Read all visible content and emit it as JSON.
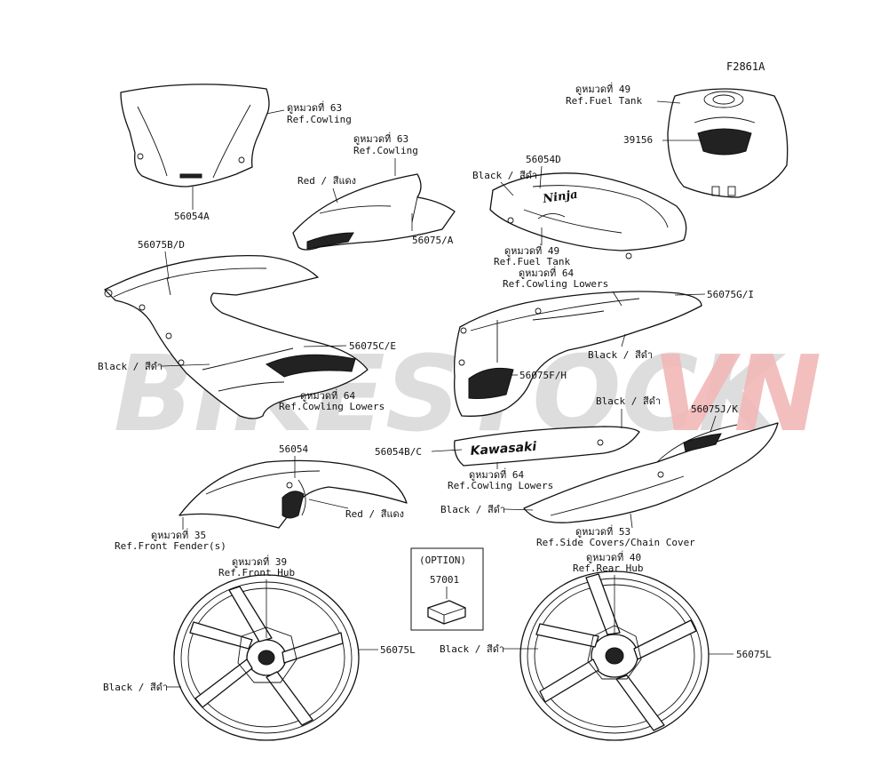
{
  "figure_code": "F2861A",
  "watermark": {
    "part1": "BIKESTOCK",
    "part2": "VN",
    "color1": "#d8d8d8",
    "color2": "#f2b8b8"
  },
  "colors": {
    "line": "#111111",
    "background": "#ffffff"
  },
  "labels": {
    "ref_cowling_a_th": "ดูหมวดที่ 63",
    "ref_cowling_a_en": "Ref.Cowling",
    "windshield_part": "56054A",
    "ref_cowling_b_th": "ดูหมวดที่ 63",
    "ref_cowling_b_en": "Ref.Cowling",
    "red_a": "Red / สีแดง",
    "upper_cowl_part": "56075/A",
    "ref_fuel_tank_a_th": "ดูหมวดที่ 49",
    "ref_fuel_tank_a_en": "Ref.Fuel Tank",
    "tank_cover_part": "39156",
    "black_a": "Black / สีดำ",
    "tank_decal_part": "56054D",
    "ref_fuel_tank_b_th": "ดูหมวดที่ 49",
    "ref_fuel_tank_b_en": "Ref.Fuel Tank",
    "side_upper_part": "56075B/D",
    "ref_cowling_lowers_a_th": "ดูหมวดที่ 64",
    "ref_cowling_lowers_a_en": "Ref.Cowling Lowers",
    "side_right_part": "56075G/I",
    "side_left_part": "56075C/E",
    "black_b": "Black / สีดำ",
    "black_c": "Black / สีดำ",
    "ref_cowling_lowers_b_th": "ดูหมวดที่ 64",
    "ref_cowling_lowers_b_en": "Ref.Cowling Lowers",
    "side_right_lower_part": "56075F/H",
    "black_d": "Black / สีดำ",
    "tail_part": "56075J/K",
    "fender_part": "56054",
    "lower_cowl_part": "56054B/C",
    "ref_cowling_lowers_c_th": "ดูหมวดที่ 64",
    "ref_cowling_lowers_c_en": "Ref.Cowling Lowers",
    "red_b": "Red / สีแดง",
    "black_e": "Black / สีดำ",
    "ref_side_covers_th": "ดูหมวดที่ 53",
    "ref_side_covers_en": "Ref.Side Covers/Chain Cover",
    "ref_front_fender_th": "ดูหมวดที่ 35",
    "ref_front_fender_en": "Ref.Front Fender(s)",
    "option": "(OPTION)",
    "option_part": "57001",
    "ref_front_hub_th": "ดูหมวดที่ 39",
    "ref_front_hub_en": "Ref.Front Hub",
    "ref_rear_hub_th": "ดูหมวดที่ 40",
    "ref_rear_hub_en": "Ref.Rear Hub",
    "front_wheel_part": "56075L",
    "rear_wheel_part": "56075L",
    "black_f": "Black / สีดำ",
    "black_g": "Black / สีดำ"
  },
  "decal_text": {
    "kawasaki": "Kawasaki",
    "ninja": "Ninja"
  }
}
